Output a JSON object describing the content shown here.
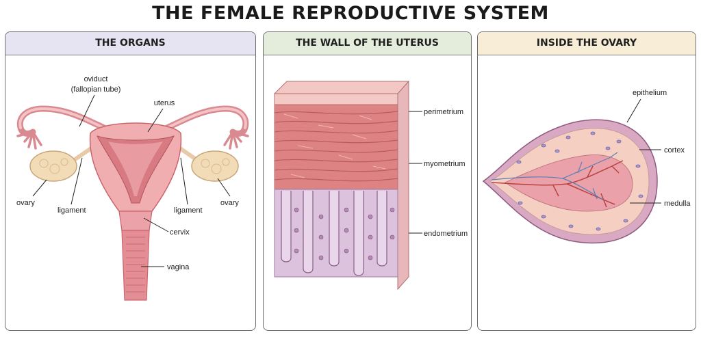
{
  "title": "THE FEMALE REPRODUCTIVE SYSTEM",
  "panels": {
    "organs": {
      "header": "THE ORGANS",
      "labels": {
        "oviduct": "oviduct",
        "fallopian_tube": "(fallopian tube)",
        "uterus": "uterus",
        "ovary_left": "ovary",
        "ligament_left": "ligament",
        "ligament_right": "ligament",
        "ovary_right": "ovary",
        "cervix": "cervix",
        "vagina": "vagina"
      }
    },
    "wall": {
      "header": "THE WALL OF THE UTERUS",
      "labels": {
        "perimetrium": "perimetrium",
        "myometrium": "myometrium",
        "endometrium": "endometrium"
      }
    },
    "ovary": {
      "header": "INSIDE THE OVARY",
      "labels": {
        "epithelium": "epithelium",
        "cortex": "cortex",
        "medulla": "medulla"
      }
    }
  },
  "colors": {
    "tissue_pink": "#f0aeb0",
    "tissue_dark": "#c9646c",
    "ovary_tan": "#f2dcb8",
    "muscle_red": "#dd8384",
    "endometrium_purple": "#dcc2dc",
    "vessel_red": "#b8413f",
    "vessel_blue": "#5b7fb5"
  }
}
